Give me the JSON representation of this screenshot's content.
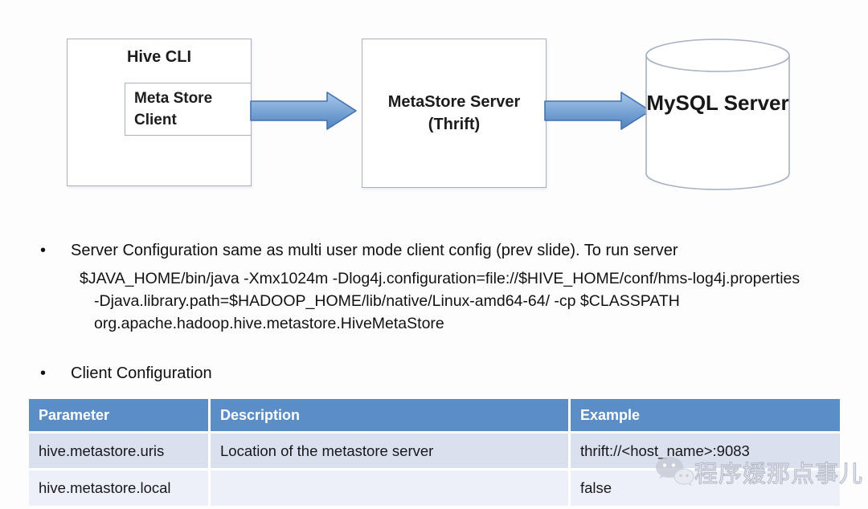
{
  "slide": {
    "diagram": {
      "hive_cli": "Hive CLI",
      "meta_store_client": "Meta Store Client",
      "metastore_server": "MetaStore Server",
      "metastore_server_sub": "(Thrift)",
      "mysql_server": "MySQL Server"
    },
    "bullets": {
      "glyph": "•",
      "server_config": "Server Configuration same as multi user mode client config (prev slide). To run server",
      "command_lines": [
        "$JAVA_HOME/bin/java -Xmx1024m -Dlog4j.configuration=file://$HIVE_HOME/conf/hms-log4j.properties",
        "-Djava.library.path=$HADOOP_HOME/lib/native/Linux-amd64-64/ -cp $CLASSPATH",
        "org.apache.hadoop.hive.metastore.HiveMetaStore"
      ],
      "client_config": "Client Configuration"
    },
    "table": {
      "headers": [
        "Parameter",
        "Description",
        "Example"
      ],
      "rows": [
        [
          "hive.metastore.uris",
          "Location of the metastore server",
          "thrift://<host_name>:9083"
        ],
        [
          "hive.metastore.local",
          "",
          "false"
        ]
      ]
    },
    "watermark": "程序媛那点事儿"
  },
  "colors": {
    "table_header_bg": "#5b8dc6",
    "table_row_odd_bg": "#dbe0ee",
    "table_row_even_bg": "#eef0f9",
    "arrow_top": "#a9c9ec",
    "arrow_bottom": "#4e82c0",
    "arrow_stroke": "#4273ae",
    "box_border": "#a7b1c2"
  }
}
